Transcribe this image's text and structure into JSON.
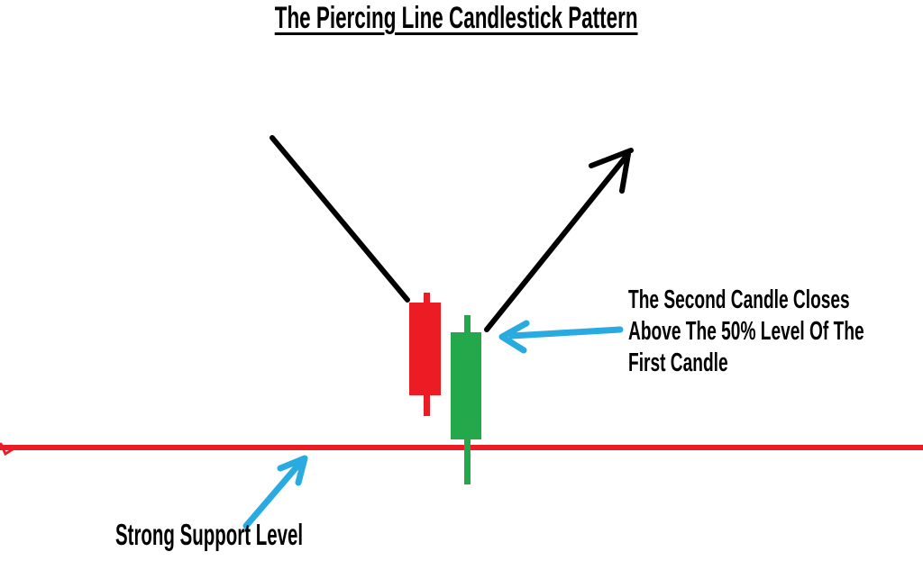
{
  "title": "The Piercing Line Candlestick Pattern",
  "annotations": {
    "second_candle_note": {
      "line1": "The Second Candle Closes",
      "line2": "Above The 50% Level Of The",
      "line3": "First Candle"
    },
    "support_note": "Strong Support Level"
  },
  "colors": {
    "background": "#FFFFFF",
    "ink": "#000000",
    "bearish_candle": "#EC1C24",
    "bullish_candle": "#23A94C",
    "support_line": "#EC1C24",
    "annotation_arrow": "#29ABE2"
  },
  "diagram": {
    "pattern": "piercing-line",
    "candles": [
      {
        "name": "first-candle",
        "direction": "bearish",
        "color_key": "bearish_candle"
      },
      {
        "name": "second-candle",
        "direction": "bullish",
        "color_key": "bullish_candle"
      }
    ],
    "elements": [
      "downtrend-line",
      "uptrend-arrow",
      "support-line",
      "note-arrow-left",
      "note-arrow-up"
    ]
  }
}
